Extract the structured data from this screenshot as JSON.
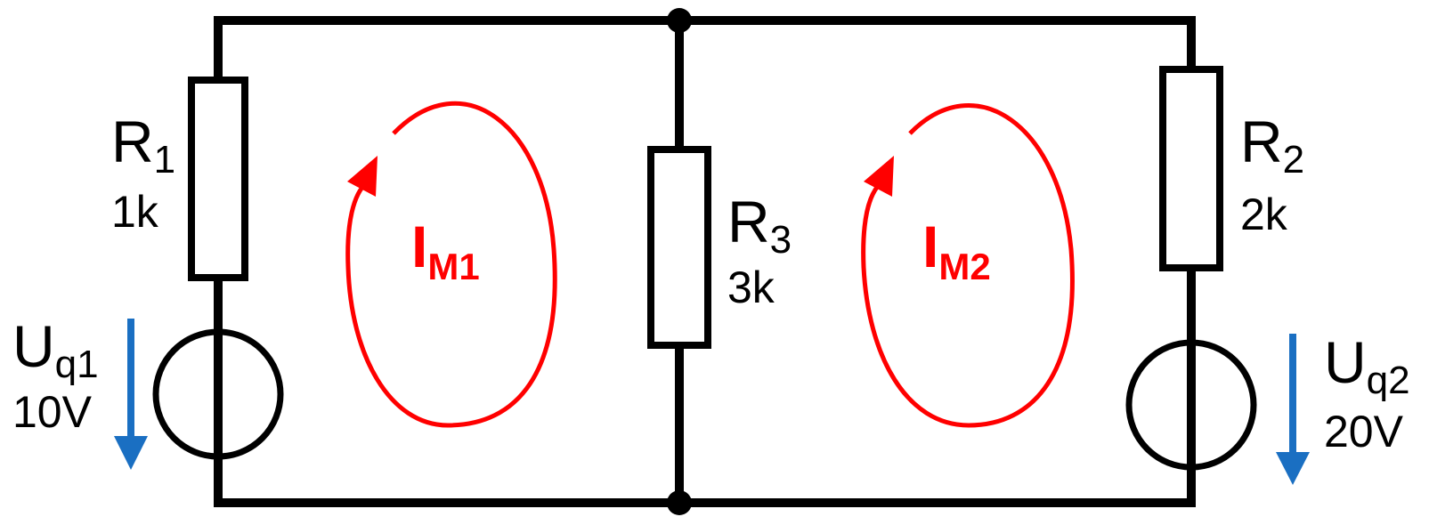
{
  "colors": {
    "wire": "#000000",
    "mesh_current": "#ff0000",
    "voltage_arrow": "#1a6fc2",
    "background": "#ffffff"
  },
  "components": {
    "r1": {
      "letter": "R",
      "sub": "1",
      "value": "1k"
    },
    "r2": {
      "letter": "R",
      "sub": "2",
      "value": "2k"
    },
    "r3": {
      "letter": "R",
      "sub": "3",
      "value": "3k"
    },
    "uq1": {
      "letter": "U",
      "sub": "q1",
      "value": "10V"
    },
    "uq2": {
      "letter": "U",
      "sub": "q2",
      "value": "20V"
    }
  },
  "meshes": {
    "m1": {
      "letter": "I",
      "sub": "M1"
    },
    "m2": {
      "letter": "I",
      "sub": "M2"
    }
  }
}
